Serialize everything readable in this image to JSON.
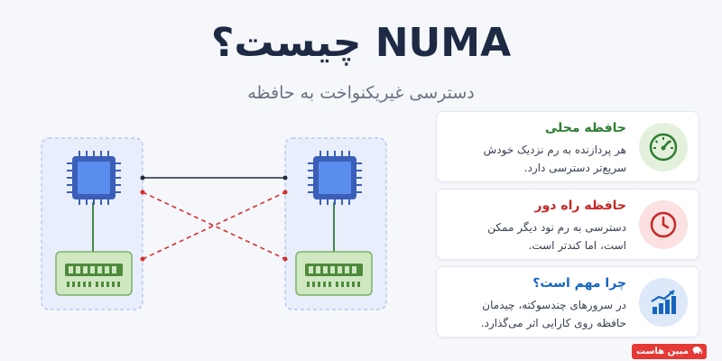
{
  "header": {
    "title": "NUMA چیست؟",
    "subtitle": "دسترسی غیریکنواخت به حافظه"
  },
  "colors": {
    "local_title": "#2e7d32",
    "remote_title": "#c62828",
    "why_title": "#1565c0",
    "cpu_fill": "#5b8def",
    "ram_fill": "#cfe8c2",
    "remote_line": "#d32f2f",
    "local_line": "#2e7d32",
    "interconnect_line": "#1e293b"
  },
  "cards": [
    {
      "title": "حافظه محلی",
      "line1": "هر پردازنده به رم نزدیک خودش",
      "line2": "سریع‌تر دسترسی دارد.",
      "icon": "speedometer-icon"
    },
    {
      "title": "حافظه راه دور",
      "line1": "دسترسی به رم نود دیگر ممکن",
      "line2": "است، اما کندتر است.",
      "icon": "clock-icon"
    },
    {
      "title": "چرا مهم است؟",
      "line1": "در سرورهای چندسوکته، چیدمان",
      "line2": "حافظه روی کارایی اثر می‌گذارد.",
      "icon": "rising-chart-icon"
    }
  ],
  "logo": {
    "text": "مبین هاست",
    "icon": "elephant-icon"
  }
}
